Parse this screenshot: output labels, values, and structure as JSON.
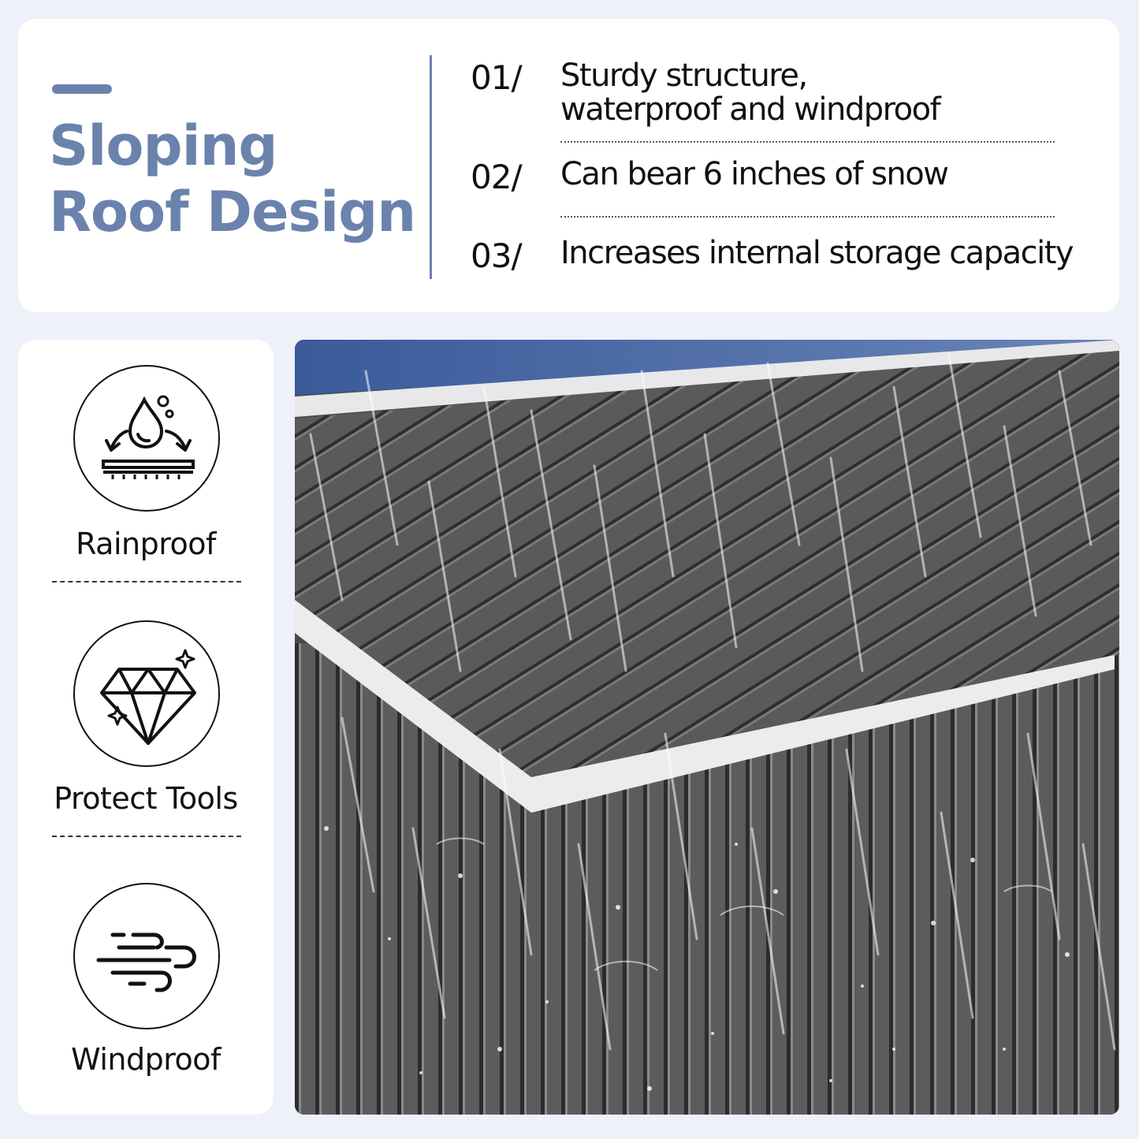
{
  "heading": {
    "line1": "Sloping",
    "line2": "Roof Design"
  },
  "features": [
    {
      "number": "01/",
      "line1": "Sturdy structure,",
      "line2": "waterproof and windproof"
    },
    {
      "number": "02/",
      "line1": "Can bear 6 inches of snow"
    },
    {
      "number": "03/",
      "line1": "Increases internal storage capacity"
    }
  ],
  "badges": [
    {
      "label": "Rainproof",
      "icon": "water-drop-icon"
    },
    {
      "label": "Protect Tools",
      "icon": "diamond-icon"
    },
    {
      "label": "Windproof",
      "icon": "wind-icon"
    }
  ],
  "colors": {
    "accent": "#6b82ad",
    "background": "#eef0fa",
    "card": "#ffffff",
    "text": "#111111"
  }
}
